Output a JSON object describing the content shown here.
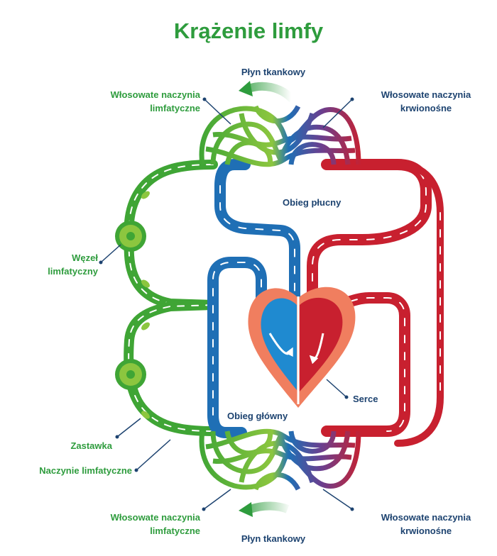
{
  "title": "Krążenie limfy",
  "labels": {
    "fluid_top": "Płyn tkankowy",
    "lymph_cap_top": "Włosowate naczynia\nlimfatyczne",
    "blood_cap_top": "Włosowate naczynia\nkrwionośne",
    "pulmonary": "Obieg płucny",
    "node": "Węzeł\nlimfatyczny",
    "heart": "Serce",
    "systemic": "Obieg główny",
    "valve": "Zastawka",
    "lymph_vessel": "Naczynie limfatyczne",
    "lymph_cap_bottom": "Włosowate naczynia\nlimfatyczne",
    "blood_cap_bottom": "Włosowate naczynia\nkrwionośne",
    "fluid_bottom": "Płyn tkankowy"
  },
  "colors": {
    "title": "#2e9c3d",
    "lymph_label": "#2e9c3d",
    "blood_label": "#1d4370",
    "lymph_vessel": "#3fa535",
    "lymph_light": "#8cc63f",
    "vein": "#1f6fb5",
    "artery": "#c8202f",
    "heart_outer": "#f07e5f",
    "heart_inner_left": "#1f8ad0",
    "heart_inner_right": "#c8202f"
  }
}
